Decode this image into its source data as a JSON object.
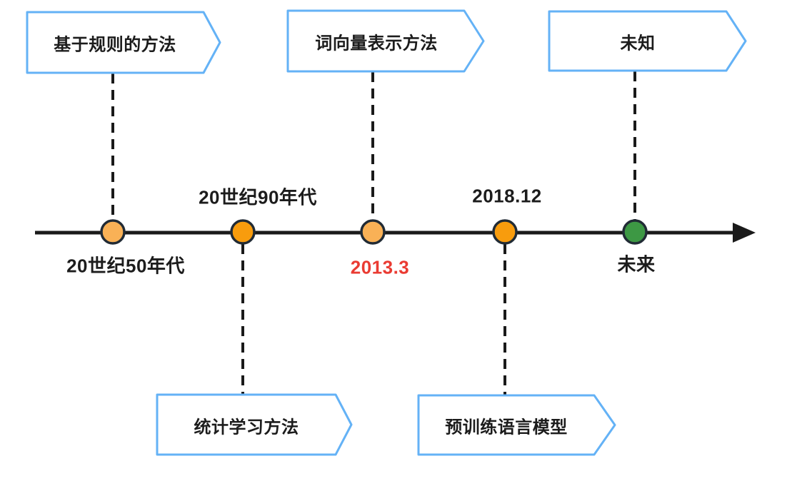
{
  "diagram": {
    "type": "timeline",
    "banners": {
      "top": [
        {
          "label": "基于规则的方法"
        },
        {
          "label": "词向量表示方法"
        },
        {
          "label": "未知"
        }
      ],
      "bottom": [
        {
          "label": "统计学习方法"
        },
        {
          "label": "预训练语言模型"
        }
      ]
    },
    "timeline": {
      "direction": "left-to-right",
      "events": [
        {
          "date": "20世纪50年代",
          "date_side": "below",
          "date_color": "#1c1c1c",
          "dot_color": "#F9B156",
          "banner": "基于规则的方法",
          "banner_side": "top"
        },
        {
          "date": "20世纪90年代",
          "date_side": "above",
          "date_color": "#1c1c1c",
          "dot_color": "#F89C0D",
          "banner": "统计学习方法",
          "banner_side": "bottom"
        },
        {
          "date": "2013.3",
          "date_side": "below",
          "date_color": "#EA3B32",
          "dot_color": "#F9B156",
          "banner": "词向量表示方法",
          "banner_side": "top"
        },
        {
          "date": "2018.12",
          "date_side": "above",
          "date_color": "#1c1c1c",
          "dot_color": "#F89C0D",
          "banner": "预训练语言模型",
          "banner_side": "bottom"
        },
        {
          "date": "未来",
          "date_side": "below",
          "date_color": "#1c1c1c",
          "dot_color": "#3D9844",
          "banner": "未知",
          "banner_side": "top"
        }
      ]
    },
    "colors": {
      "background": "#ffffff",
      "banner_border": "#64B2F6",
      "banner_fill": "#ffffff",
      "axis_line": "#1a1a1a",
      "dashed_connector": "#1a1a1a",
      "dot_outline": "#212B35",
      "dot_light_orange": "#F9B156",
      "dot_orange": "#F89C0D",
      "dot_green": "#3D9844",
      "highlight_red": "#EA3B32",
      "text": "#1c1c1c"
    }
  }
}
